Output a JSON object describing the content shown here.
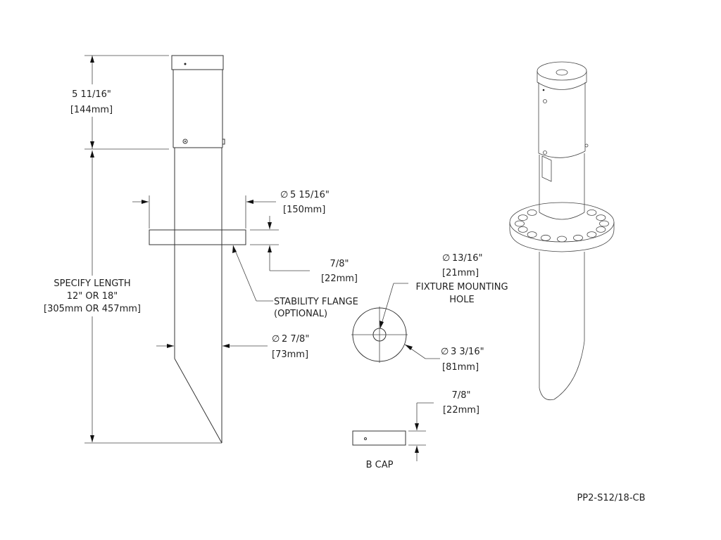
{
  "drawing": {
    "part_number": "PP2-S12/18-CB",
    "dimensions": {
      "cap_height": {
        "imperial": "5 11/16\"",
        "metric": "[144mm]"
      },
      "flange_diameter": {
        "symbol": "∅",
        "imperial": "5 15/16\"",
        "metric": "[150mm]"
      },
      "flange_thickness": {
        "imperial": "7/8\"",
        "metric": "[22mm]"
      },
      "stake_length": {
        "line1": "SPECIFY LENGTH",
        "line2": "12\" OR 18\"",
        "line3": "[305mm OR 457mm]"
      },
      "tube_diameter": {
        "symbol": "∅",
        "imperial": "2 7/8\"",
        "metric": "[73mm]"
      },
      "hole_diameter": {
        "symbol": "∅",
        "imperial": "13/16\"",
        "metric": "[21mm]"
      },
      "cap_diameter": {
        "symbol": "∅",
        "imperial": "3 3/16\"",
        "metric": "[81mm]"
      },
      "bcap_thickness": {
        "imperial": "7/8\"",
        "metric": "[22mm]"
      }
    },
    "callouts": {
      "flange": {
        "line1": "STABILITY FLANGE",
        "line2": "(OPTIONAL)"
      },
      "hole": {
        "line1": "FIXTURE MOUNTING",
        "line2": "HOLE"
      },
      "bcap_label": "B CAP"
    }
  }
}
